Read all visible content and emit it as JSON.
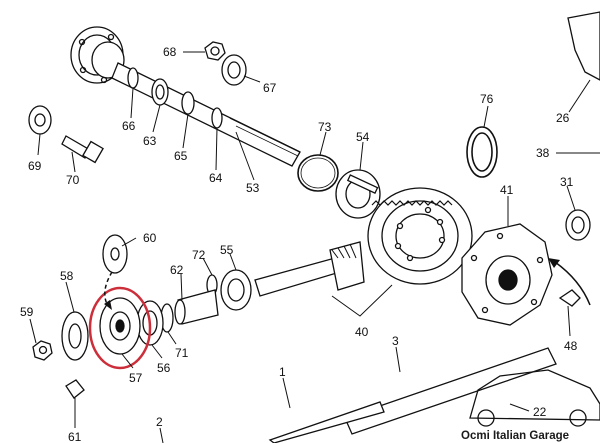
{
  "callouts": [
    "69",
    "70",
    "66",
    "63",
    "68",
    "67",
    "65",
    "64",
    "53",
    "73",
    "54",
    "76",
    "26",
    "38",
    "31",
    "41",
    "60",
    "72",
    "55",
    "62",
    "58",
    "59",
    "71",
    "56",
    "57",
    "40",
    "48",
    "1",
    "3",
    "2",
    "22",
    "61"
  ],
  "watermark": "Ocmi Italian Garage",
  "colors": {
    "line": "#111111",
    "highlight": "#cc2e3a",
    "background": "#ffffff"
  }
}
